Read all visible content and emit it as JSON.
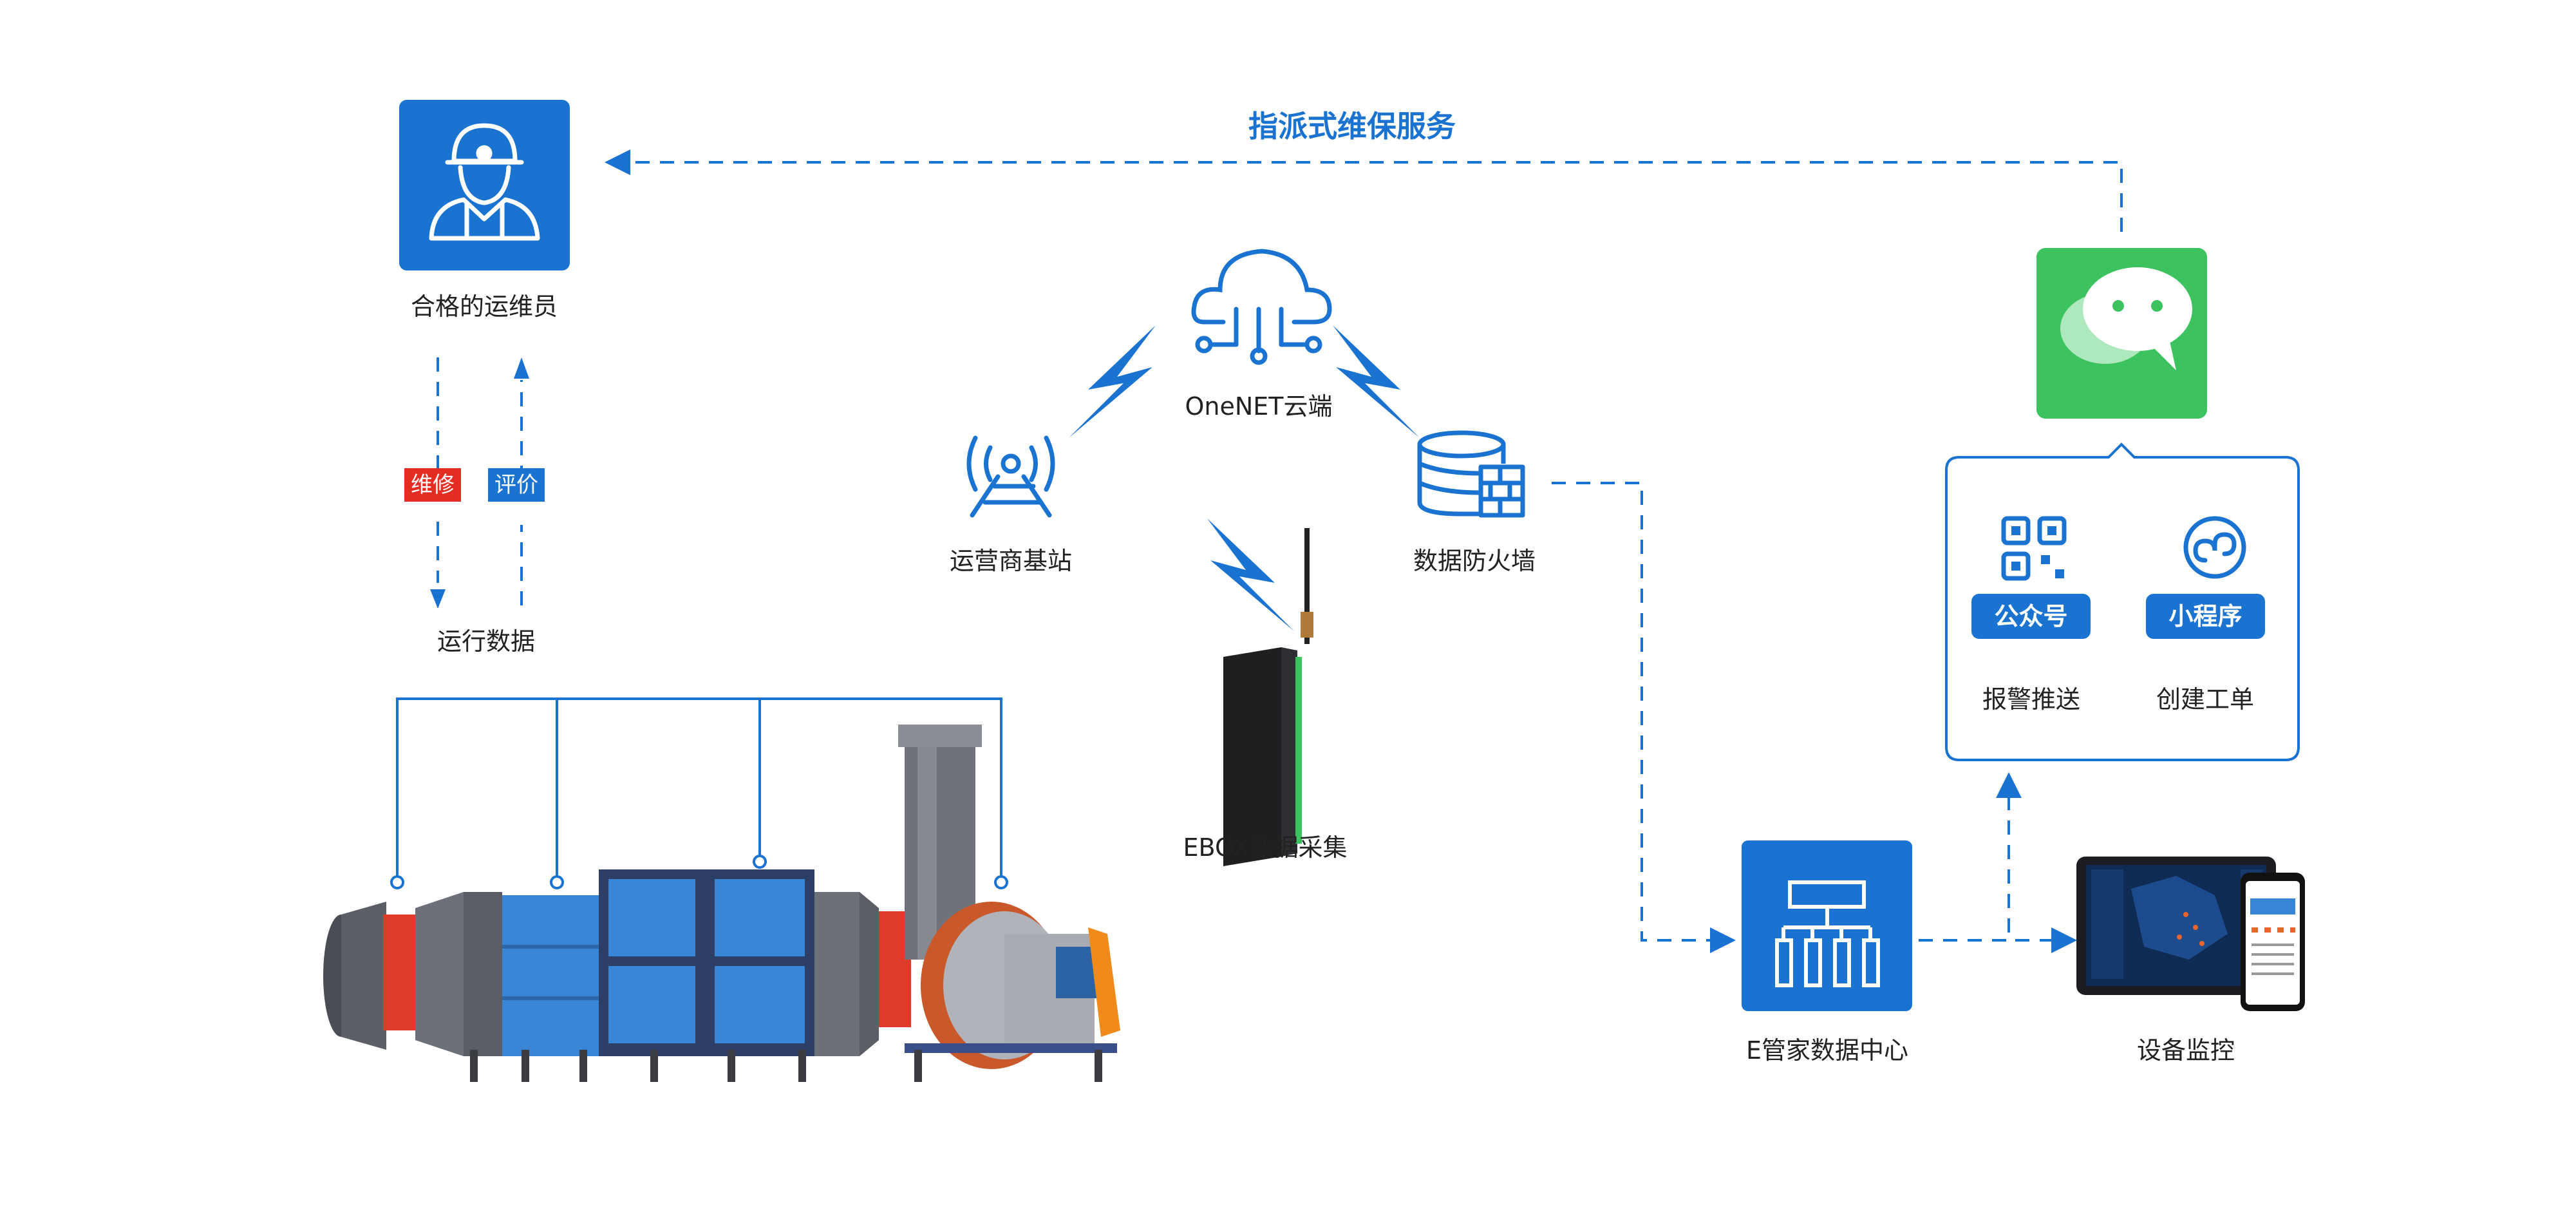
{
  "service_title": "指派式维保服务",
  "nodes": {
    "worker": "合格的运维员",
    "run_data": "运行数据",
    "base_station": "运营商基站",
    "cloud": "OneNET云端",
    "firewall": "数据防火墙",
    "ebox": "EBOX数据采集",
    "data_center": "E管家数据中心",
    "monitor": "设备监控"
  },
  "tags": {
    "repair": "维修",
    "review": "评价"
  },
  "wechat_panel": {
    "official_account": "公众号",
    "mini_program": "小程序",
    "alarm_push": "报警推送",
    "create_order": "创建工单"
  },
  "colors": {
    "accent": "#1a73d1",
    "wechat": "#3cc25f",
    "repair_tag": "#e52c22",
    "dash": "#1a73d1"
  }
}
